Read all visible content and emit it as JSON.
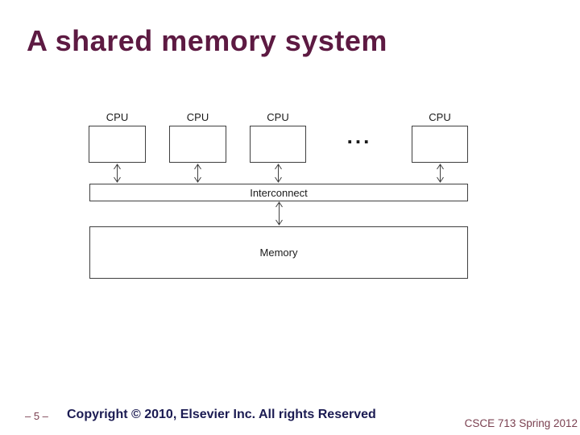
{
  "slide": {
    "title": "A shared memory system",
    "page_number": "– 5 –",
    "copyright": "Copyright © 2010, Elsevier Inc. All rights Reserved",
    "course": "CSCE 713 Spring 2012"
  },
  "diagram": {
    "cpus": [
      {
        "label": "CPU"
      },
      {
        "label": "CPU"
      },
      {
        "label": "CPU"
      },
      {
        "label": "CPU"
      }
    ],
    "ellipsis": "...",
    "interconnect_label": "Interconnect",
    "memory_label": "Memory"
  },
  "colors": {
    "title": "#5D1A42",
    "copyright": "#1B1B52",
    "footer_accent": "#7A4050",
    "diagram_line": "#3F3F3F",
    "background": "#FFFFFF"
  }
}
